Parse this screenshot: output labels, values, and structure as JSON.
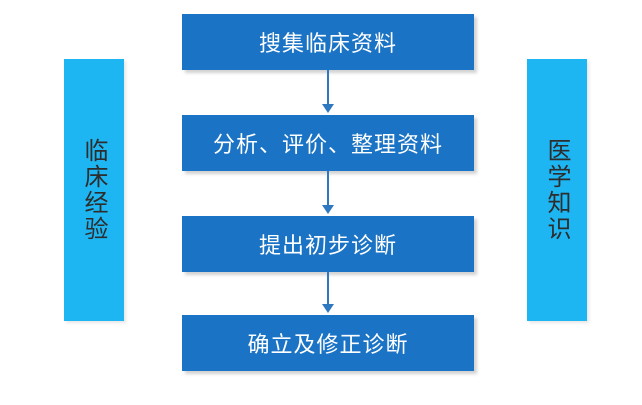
{
  "flow": {
    "steps": [
      "搜集临床资料",
      "分析、评价、整理资料",
      "提出初步诊断",
      "确立及修正诊断"
    ]
  },
  "side_labels": {
    "left": "临床经验",
    "right": "医学知识"
  },
  "colors": {
    "step_fill": "#1a73c4",
    "side_fill": "#1eb6f2",
    "arrow": "#2e78c0",
    "step_text": "#ffffff",
    "side_text": "#2d2d2d"
  }
}
